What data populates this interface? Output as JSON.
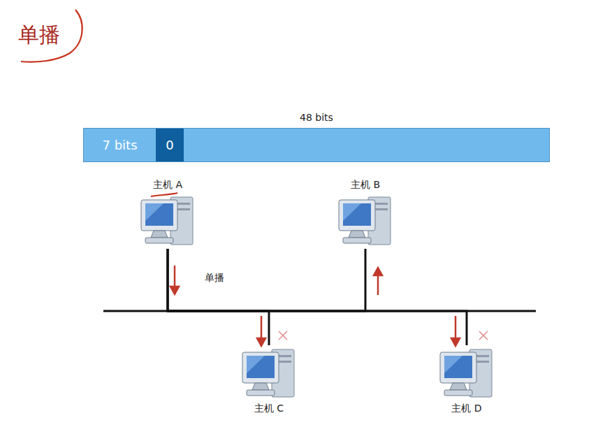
{
  "diagram": {
    "title": "单播",
    "nodes": [
      {
        "text": [
          "48 bits"
        ]
      },
      {
        "text": [
          "7 bits"
        ],
        "in": 0
      },
      {
        "text": [
          "0"
        ],
        "in": 0
      },
      {
        "text": [
          "主机 A"
        ]
      },
      {
        "text": [
          "主机 B"
        ]
      },
      {
        "text": [
          "主机 C"
        ]
      },
      {
        "text": [
          "主机 D"
        ]
      }
    ],
    "edges": [
      {
        "from": 3,
        "to": 4,
        "arrow": "none"
      },
      {
        "from": 3,
        "to": 5,
        "arrow": "none"
      },
      {
        "from": 3,
        "to": 6,
        "arrow": "none"
      }
    ],
    "labels": [
      "单播"
    ]
  }
}
